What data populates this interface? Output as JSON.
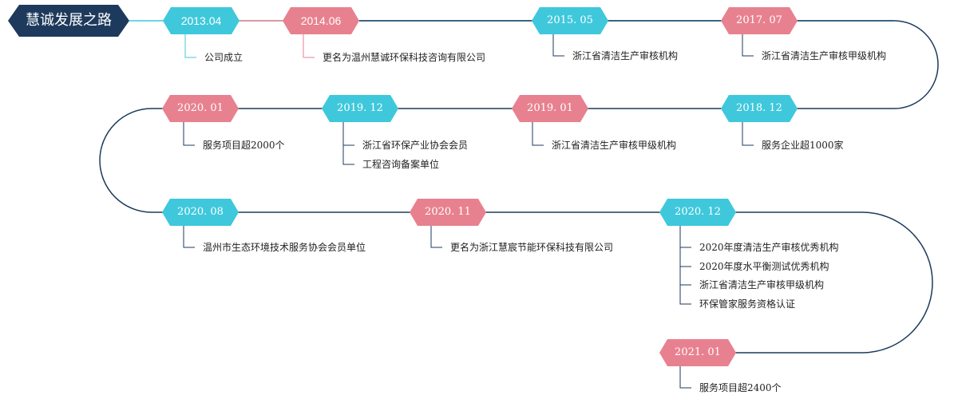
{
  "title": "慧诚发展之路",
  "colors": {
    "blue": "#3fc8dc",
    "pink": "#e8818f",
    "navy": "#1d3a5c"
  },
  "milestones": [
    {
      "date": "2013.04",
      "color": "blue",
      "items": [
        "公司成立"
      ]
    },
    {
      "date": "2014.06",
      "color": "pink",
      "items": [
        "更名为温州慧诚环保科技咨询有限公司"
      ]
    },
    {
      "date": "2015. 05",
      "color": "blue",
      "items": [
        "浙江省清洁生产审核机构"
      ]
    },
    {
      "date": "2017. 07",
      "color": "pink",
      "items": [
        "浙江省清洁生产审核甲级机构"
      ]
    },
    {
      "date": "2018. 12",
      "color": "blue",
      "items": [
        "服务企业超1000家"
      ]
    },
    {
      "date": "2019. 01",
      "color": "pink",
      "items": [
        "浙江省清洁生产审核甲级机构"
      ]
    },
    {
      "date": "2019. 12",
      "color": "blue",
      "items": [
        "浙江省环保产业协会会员",
        "工程咨询备案单位"
      ]
    },
    {
      "date": "2020. 01",
      "color": "pink",
      "items": [
        "服务项目超2000个"
      ]
    },
    {
      "date": "2020. 08",
      "color": "blue",
      "items": [
        "温州市生态环境技术服务协会会员单位"
      ]
    },
    {
      "date": "2020. 11",
      "color": "pink",
      "items": [
        "更名为浙江慧宸节能环保科技有限公司"
      ]
    },
    {
      "date": "2020. 12",
      "color": "blue",
      "items": [
        "2020年度清洁生产审核优秀机构",
        "2020年度水平衡测试优秀机构",
        "浙江省清洁生产审核甲级机构",
        "环保管家服务资格认证"
      ]
    },
    {
      "date": "2021. 01",
      "color": "pink",
      "items": [
        "服务项目超2400个"
      ]
    }
  ]
}
